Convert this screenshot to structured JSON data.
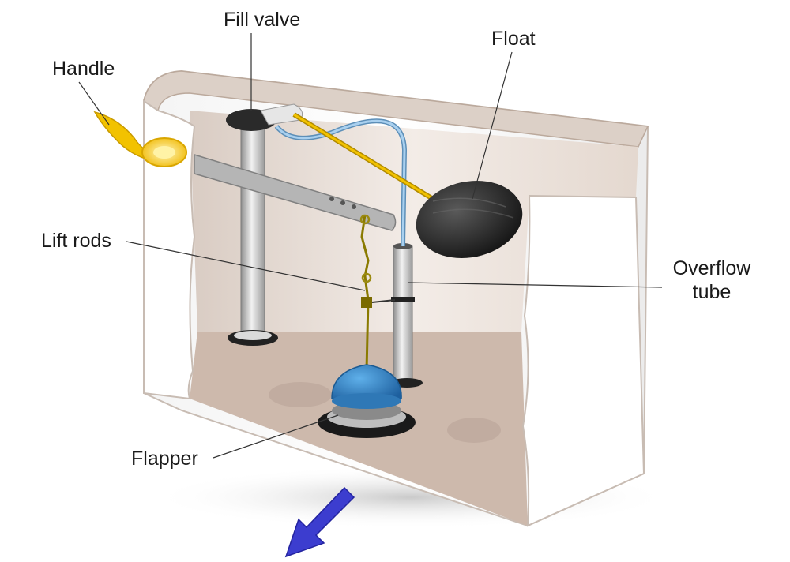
{
  "labels": {
    "fill_valve": "Fill valve",
    "float": "Float",
    "handle": "Handle",
    "lift_rods": "Lift rods",
    "overflow_tube_line1": "Overflow",
    "overflow_tube_line2": "tube",
    "flapper": "Flapper"
  },
  "colors": {
    "tank_wall": "#ffffff",
    "tank_interior": "#e8ddd6",
    "tank_floor": "#cdb9ac",
    "float": "#2a2a2a",
    "flapper": "#2f86c9",
    "handle": "#f2c200",
    "float_arm": "#f2c200",
    "refill_tube": "#7fb2d9",
    "pipe": "#c9c9c9",
    "flush_arrow": "#3c3dcf"
  }
}
